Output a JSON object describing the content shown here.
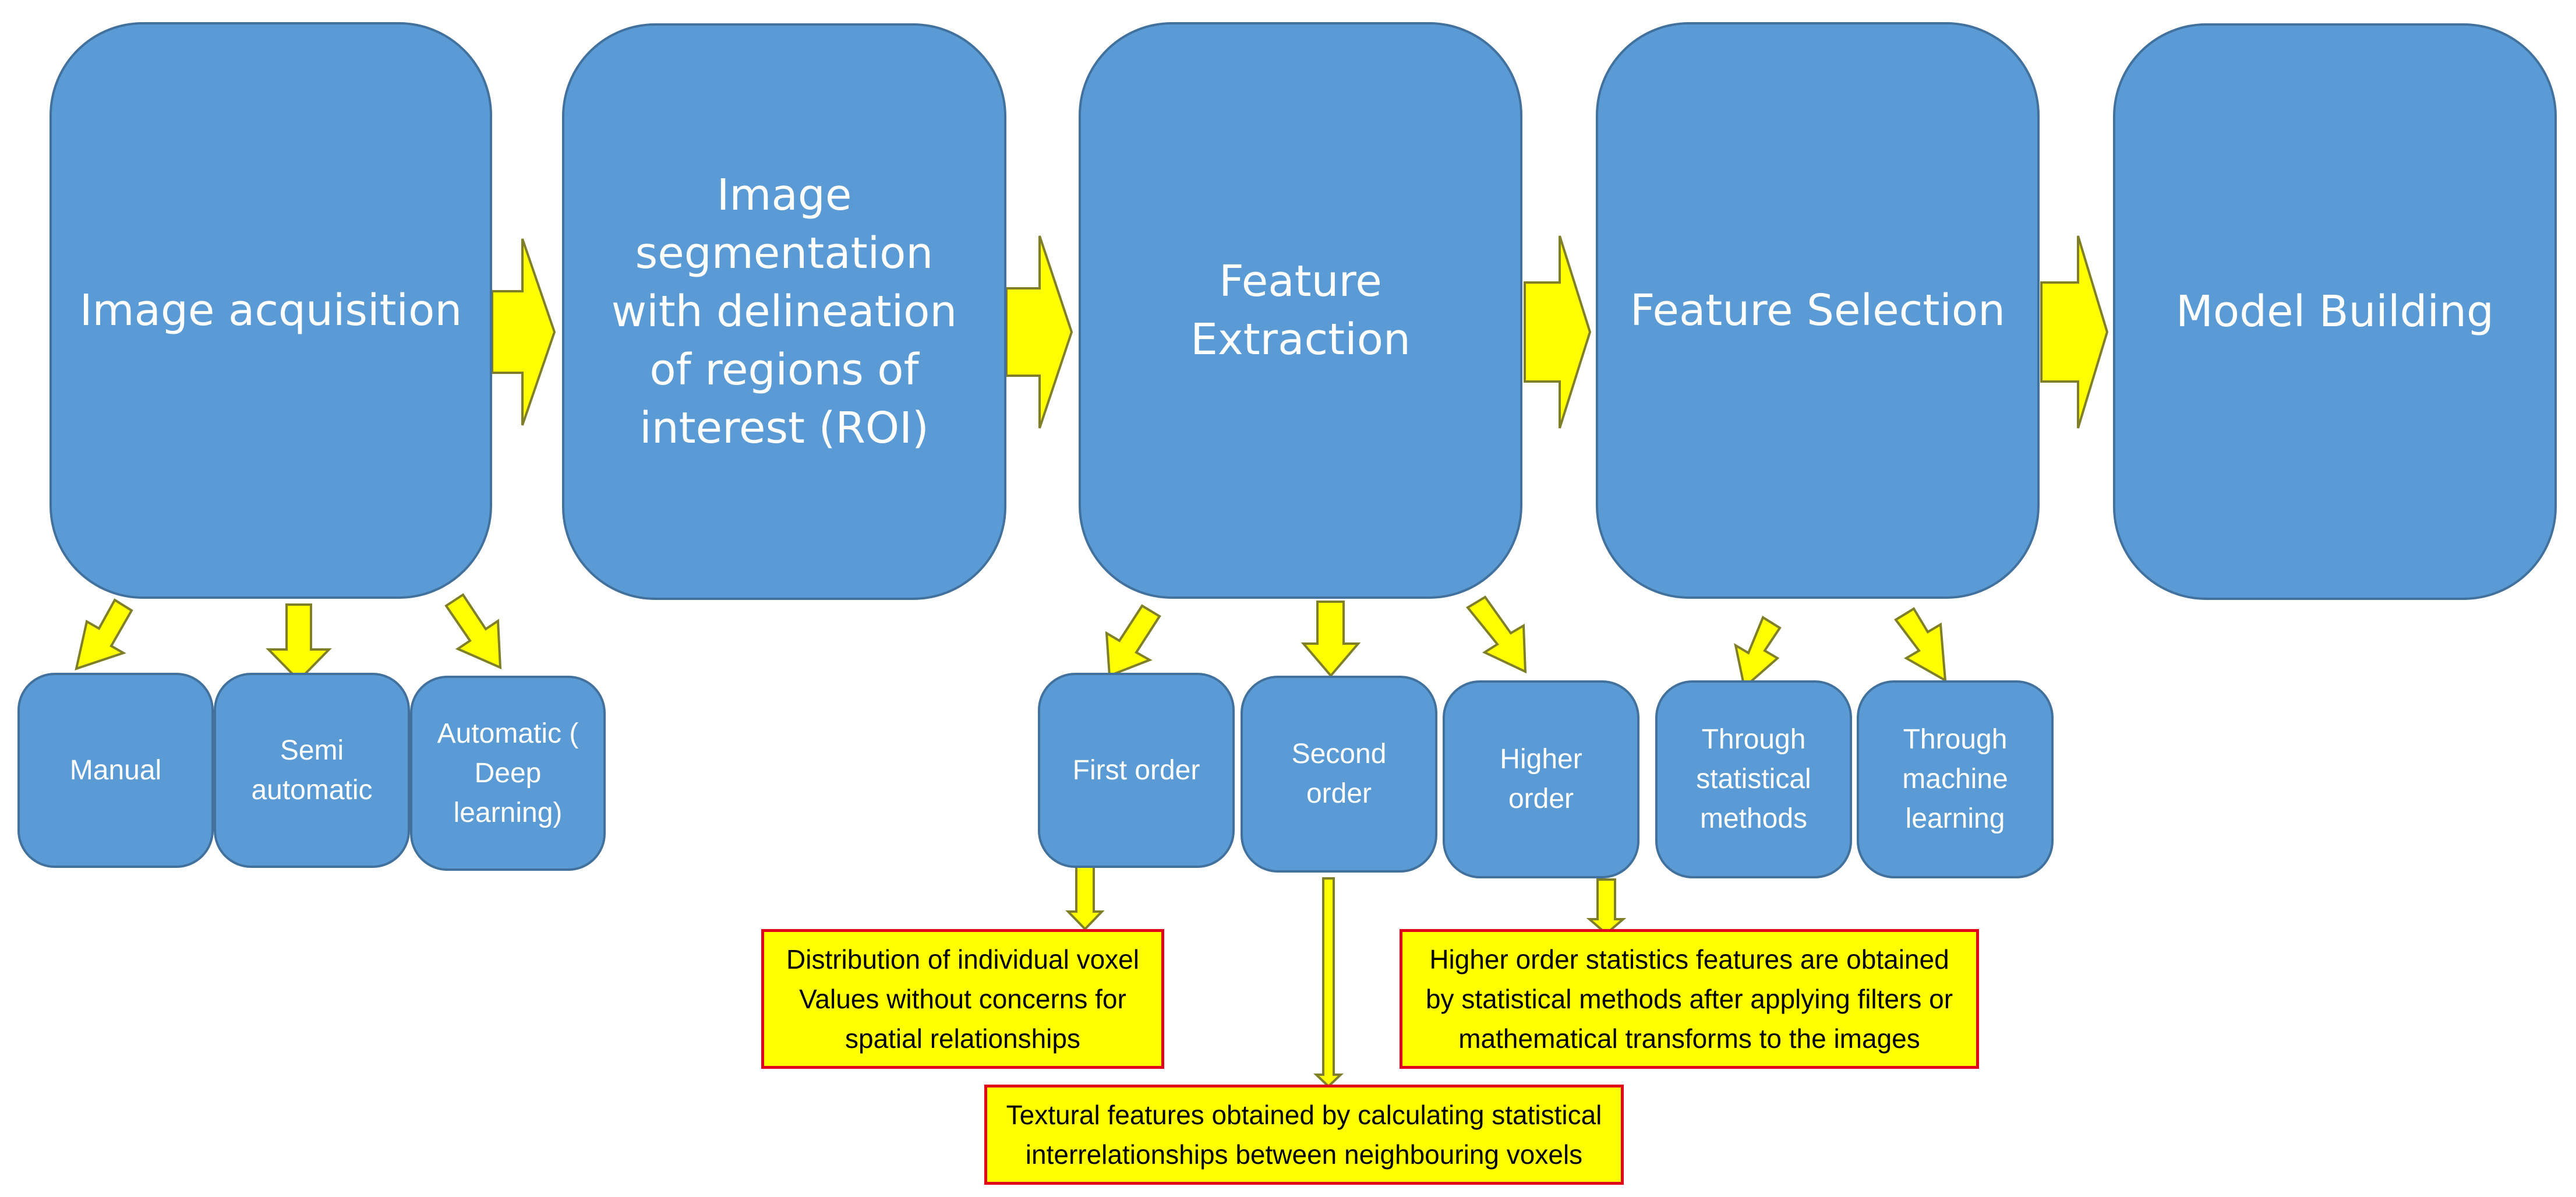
{
  "stages": [
    {
      "label": "Image acquisition"
    },
    {
      "label": "Image segmentation with delineation of regions of interest (ROI)"
    },
    {
      "label": "Feature Extraction"
    },
    {
      "label": "Feature Selection"
    },
    {
      "label": "Model Building"
    }
  ],
  "acquisition_methods": [
    {
      "label": "Manual"
    },
    {
      "label": "Semi automatic"
    },
    {
      "label": "Automatic ( Deep learning)"
    }
  ],
  "feature_types": [
    {
      "label": "First order"
    },
    {
      "label": "Second order"
    },
    {
      "label": "Higher order"
    }
  ],
  "selection_methods": [
    {
      "label": "Through statistical methods"
    },
    {
      "label": "Through machine learning"
    }
  ],
  "notes": {
    "first_order": "Distribution of individual voxel\nValues  without concerns for\nspatial relationships",
    "second_order": "Textural features obtained by calculating statistical\ninterrelationships between neighbouring voxels",
    "higher_order": "Higher order statistics features are obtained\nby statistical methods after applying filters or\nmathematical transforms to the images"
  },
  "colors": {
    "box_fill": "#5b9bd5",
    "box_border": "#41719c",
    "arrow_fill": "#ffff00",
    "arrow_stroke": "#8a8a1a",
    "note_fill": "#ffff00",
    "note_border": "#e0001a"
  }
}
